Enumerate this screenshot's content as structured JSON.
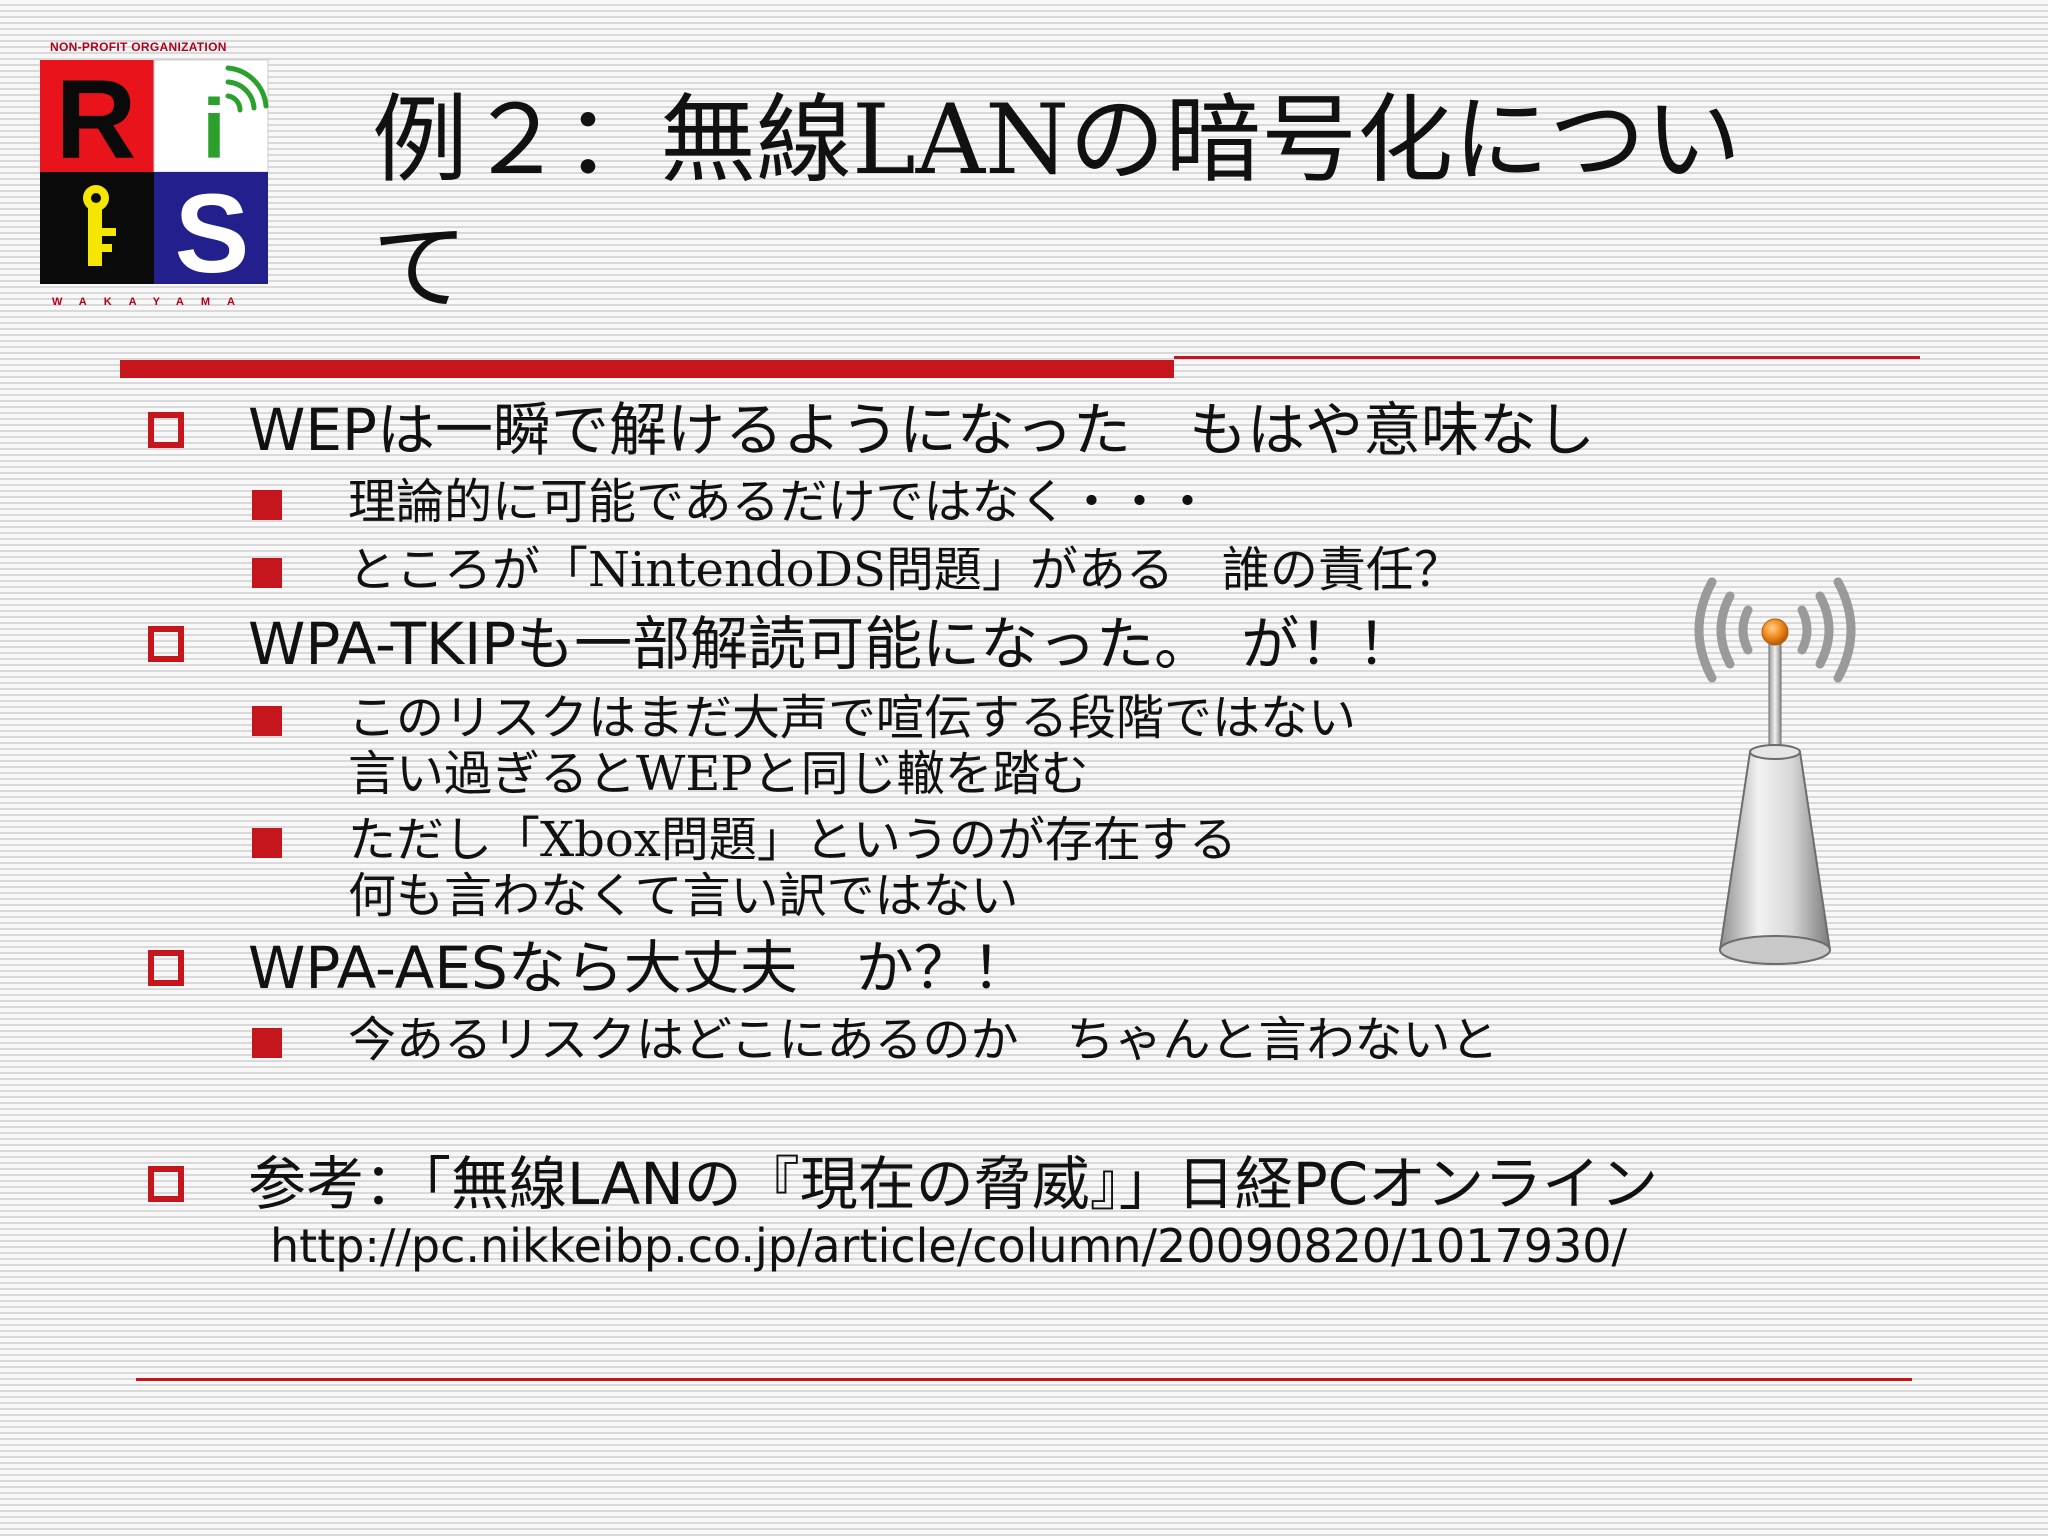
{
  "logo": {
    "org": "NON-PROFIT ORGANIZATION",
    "letter_r": "R",
    "letter_i": "i",
    "letter_s": "S",
    "location": "WAKAYAMA",
    "colors": {
      "red": "#e8131b",
      "green": "#2ca02c",
      "yellow": "#f5e600",
      "navy": "#231f8c",
      "black": "#0a0a0a"
    }
  },
  "title": {
    "line1": "例２：無線LANの暗号化につい",
    "line2": "て"
  },
  "bullets": [
    {
      "text": "WEPは一瞬で解けるようになった　もはや意味なし",
      "sub": [
        {
          "lines": [
            "理論的に可能であるだけではなく・・・"
          ]
        },
        {
          "lines": [
            "ところが「NintendoDS問題」がある　誰の責任？"
          ]
        }
      ]
    },
    {
      "text": "WPA-TKIPも一部解読可能になった。　が！！",
      "sub": [
        {
          "lines": [
            "このリスクはまだ大声で喧伝する段階ではない",
            "言い過ぎるとWEPと同じ轍を踏む"
          ]
        },
        {
          "lines": [
            "ただし「Xbox問題」というのが存在する",
            "何も言わなくて言い訳ではない"
          ]
        }
      ]
    },
    {
      "text": "WPA-AESなら大丈夫　か？！",
      "sub": [
        {
          "lines": [
            "今あるリスクはどこにあるのか　ちゃんと言わないと"
          ]
        }
      ]
    },
    {
      "text": "参考：「無線LANの『現在の脅威』」日経PCオンライン",
      "sub": []
    }
  ],
  "reference_url": "http://pc.nikkeibp.co.jp/article/column/20090820/1017930/",
  "icons": {
    "antenna": "wireless-antenna-icon",
    "bullet_level1": "hollow-square-bullet",
    "bullet_level2": "filled-square-bullet"
  },
  "colors": {
    "accent": "#c4161c",
    "text": "#111111"
  }
}
